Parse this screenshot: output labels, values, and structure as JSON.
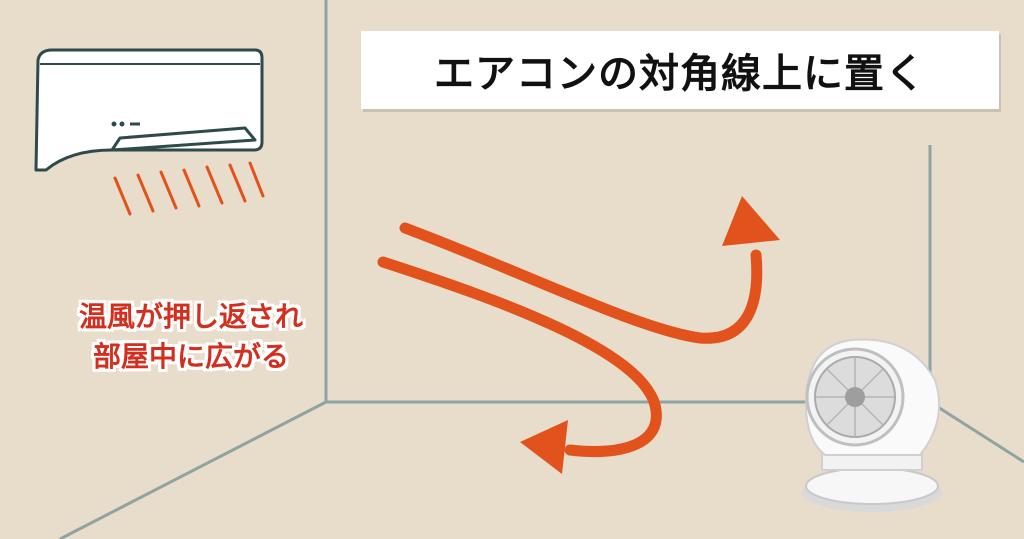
{
  "title": "エアコンの対角線上に置く",
  "caption": {
    "line1": "温風が押し返され",
    "line2": "部屋中に広がる"
  },
  "colors": {
    "wall": "#e8dccb",
    "room_lines": "#8fa3a3",
    "air_conditioner_outline": "#2e4a4a",
    "warm_air": "#e2521d",
    "caption_text": "#d32f1f"
  },
  "icons": [
    "air-conditioner-icon",
    "circulator-fan-icon",
    "warm-air-arrow-icon"
  ]
}
